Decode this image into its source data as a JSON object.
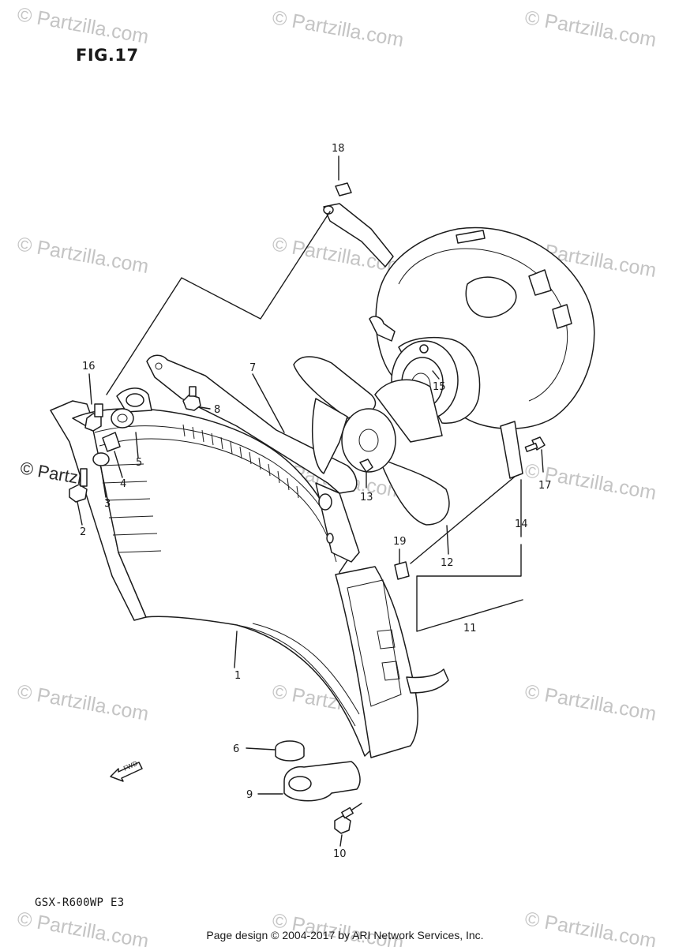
{
  "figure": {
    "title": "FIG.17",
    "model_code": "GSX-R600WP  E3"
  },
  "footer": "Page design © 2004-2017 by ARI Network Services, Inc.",
  "watermark": "© Partzilla.com",
  "fwd_label": "FWD",
  "parts": [
    {
      "number": "1"
    },
    {
      "number": "2"
    },
    {
      "number": "3"
    },
    {
      "number": "4"
    },
    {
      "number": "5"
    },
    {
      "number": "6"
    },
    {
      "number": "7"
    },
    {
      "number": "8"
    },
    {
      "number": "9"
    },
    {
      "number": "10"
    },
    {
      "number": "11"
    },
    {
      "number": "12"
    },
    {
      "number": "13"
    },
    {
      "number": "14"
    },
    {
      "number": "15"
    },
    {
      "number": "16"
    },
    {
      "number": "17"
    },
    {
      "number": "18"
    },
    {
      "number": "19"
    }
  ]
}
